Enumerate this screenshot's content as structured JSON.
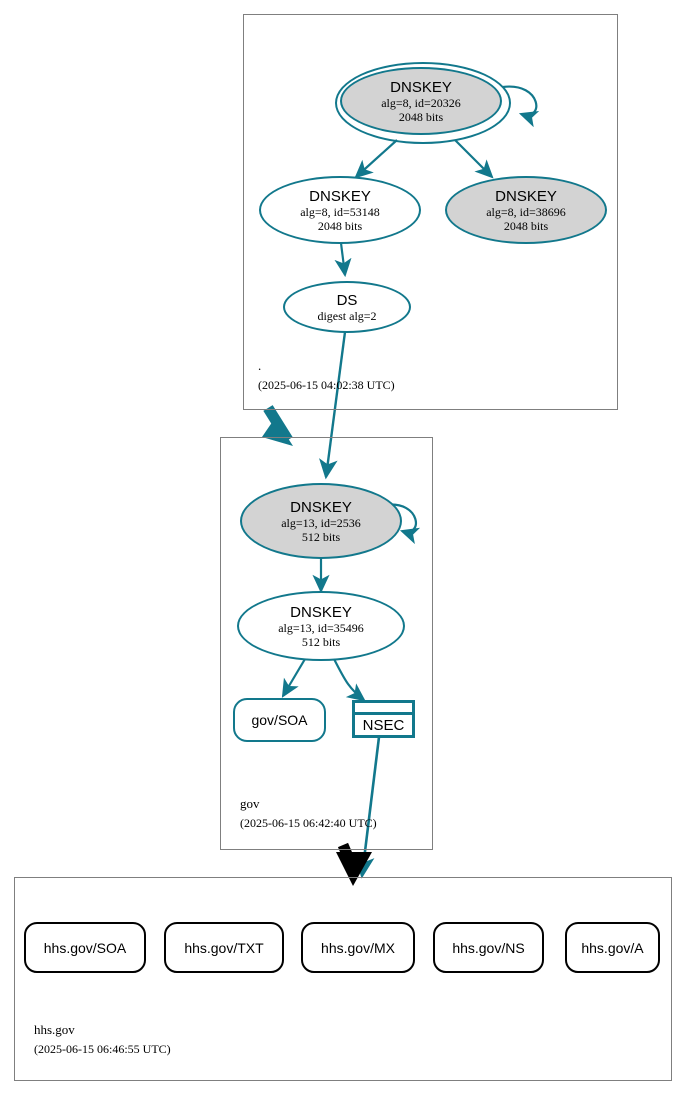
{
  "diagram": {
    "type": "dnssec-authentication-chain",
    "accent_color": "#12788c",
    "secure_fill_color": "#d3d3d3",
    "box_border_color": "#7f7f7f"
  },
  "zones": [
    {
      "id": "root",
      "name": ".",
      "timestamp": "(2025-06-15 04:02:38 UTC)",
      "nodes": [
        {
          "id": "root-ksk",
          "kind": "DNSKEY",
          "title": "DNSKEY",
          "line2": "alg=8, id=20326",
          "line3": "2048 bits",
          "role": "ksk",
          "filled": true,
          "self_signed": true
        },
        {
          "id": "root-zsk-53148",
          "kind": "DNSKEY",
          "title": "DNSKEY",
          "line2": "alg=8, id=53148",
          "line3": "2048 bits",
          "role": "zsk",
          "filled": false,
          "self_signed": false
        },
        {
          "id": "root-zsk-38696",
          "kind": "DNSKEY",
          "title": "DNSKEY",
          "line2": "alg=8, id=38696",
          "line3": "2048 bits",
          "role": "zsk",
          "filled": true,
          "self_signed": false
        },
        {
          "id": "root-ds",
          "kind": "DS",
          "title": "DS",
          "line2": "digest alg=2",
          "line3": "",
          "role": "ds",
          "filled": false,
          "self_signed": false
        }
      ]
    },
    {
      "id": "gov",
      "name": "gov",
      "timestamp": "(2025-06-15 06:42:40 UTC)",
      "nodes": [
        {
          "id": "gov-ksk",
          "kind": "DNSKEY",
          "title": "DNSKEY",
          "line2": "alg=13, id=2536",
          "line3": "512 bits",
          "role": "ksk",
          "filled": true,
          "self_signed": true
        },
        {
          "id": "gov-zsk",
          "kind": "DNSKEY",
          "title": "DNSKEY",
          "line2": "alg=13, id=35496",
          "line3": "512 bits",
          "role": "zsk",
          "filled": false,
          "self_signed": false
        },
        {
          "id": "gov-soa",
          "kind": "RRSET",
          "title": "gov/SOA",
          "line2": "",
          "line3": "",
          "role": "rrset",
          "filled": false,
          "self_signed": false
        },
        {
          "id": "gov-nsec",
          "kind": "NSEC",
          "title": "NSEC",
          "line2": "",
          "line3": "",
          "role": "nsec",
          "filled": false,
          "self_signed": false
        }
      ]
    },
    {
      "id": "hhsgov",
      "name": "hhs.gov",
      "timestamp": "(2025-06-15 06:46:55 UTC)",
      "nodes": [
        {
          "id": "hhsgov-soa",
          "kind": "RRSET",
          "title": "hhs.gov/SOA",
          "role": "rrset-insecure"
        },
        {
          "id": "hhsgov-txt",
          "kind": "RRSET",
          "title": "hhs.gov/TXT",
          "role": "rrset-insecure"
        },
        {
          "id": "hhsgov-mx",
          "kind": "RRSET",
          "title": "hhs.gov/MX",
          "role": "rrset-insecure"
        },
        {
          "id": "hhsgov-ns",
          "kind": "RRSET",
          "title": "hhs.gov/NS",
          "role": "rrset-insecure"
        },
        {
          "id": "hhsgov-a",
          "kind": "RRSET",
          "title": "hhs.gov/A",
          "role": "rrset-insecure"
        }
      ]
    }
  ],
  "edges": [
    {
      "from": "root-ksk",
      "to": "root-ksk",
      "style": "teal-self-loop"
    },
    {
      "from": "root-ksk",
      "to": "root-zsk-53148",
      "style": "teal-arrow"
    },
    {
      "from": "root-ksk",
      "to": "root-zsk-38696",
      "style": "teal-arrow"
    },
    {
      "from": "root-zsk-53148",
      "to": "root-ds",
      "style": "teal-arrow"
    },
    {
      "from": "root-ds",
      "to": "gov-ksk",
      "style": "teal-arrow"
    },
    {
      "from": "root",
      "to": "gov",
      "style": "teal-delegation-arrow"
    },
    {
      "from": "gov-ksk",
      "to": "gov-ksk",
      "style": "teal-self-loop"
    },
    {
      "from": "gov-ksk",
      "to": "gov-zsk",
      "style": "teal-arrow"
    },
    {
      "from": "gov-zsk",
      "to": "gov-soa",
      "style": "teal-arrow"
    },
    {
      "from": "gov-zsk",
      "to": "gov-nsec",
      "style": "teal-arrow"
    },
    {
      "from": "gov-nsec",
      "to": "hhsgov",
      "style": "teal-arrow"
    },
    {
      "from": "gov",
      "to": "hhsgov",
      "style": "black-delegation-arrow"
    }
  ]
}
